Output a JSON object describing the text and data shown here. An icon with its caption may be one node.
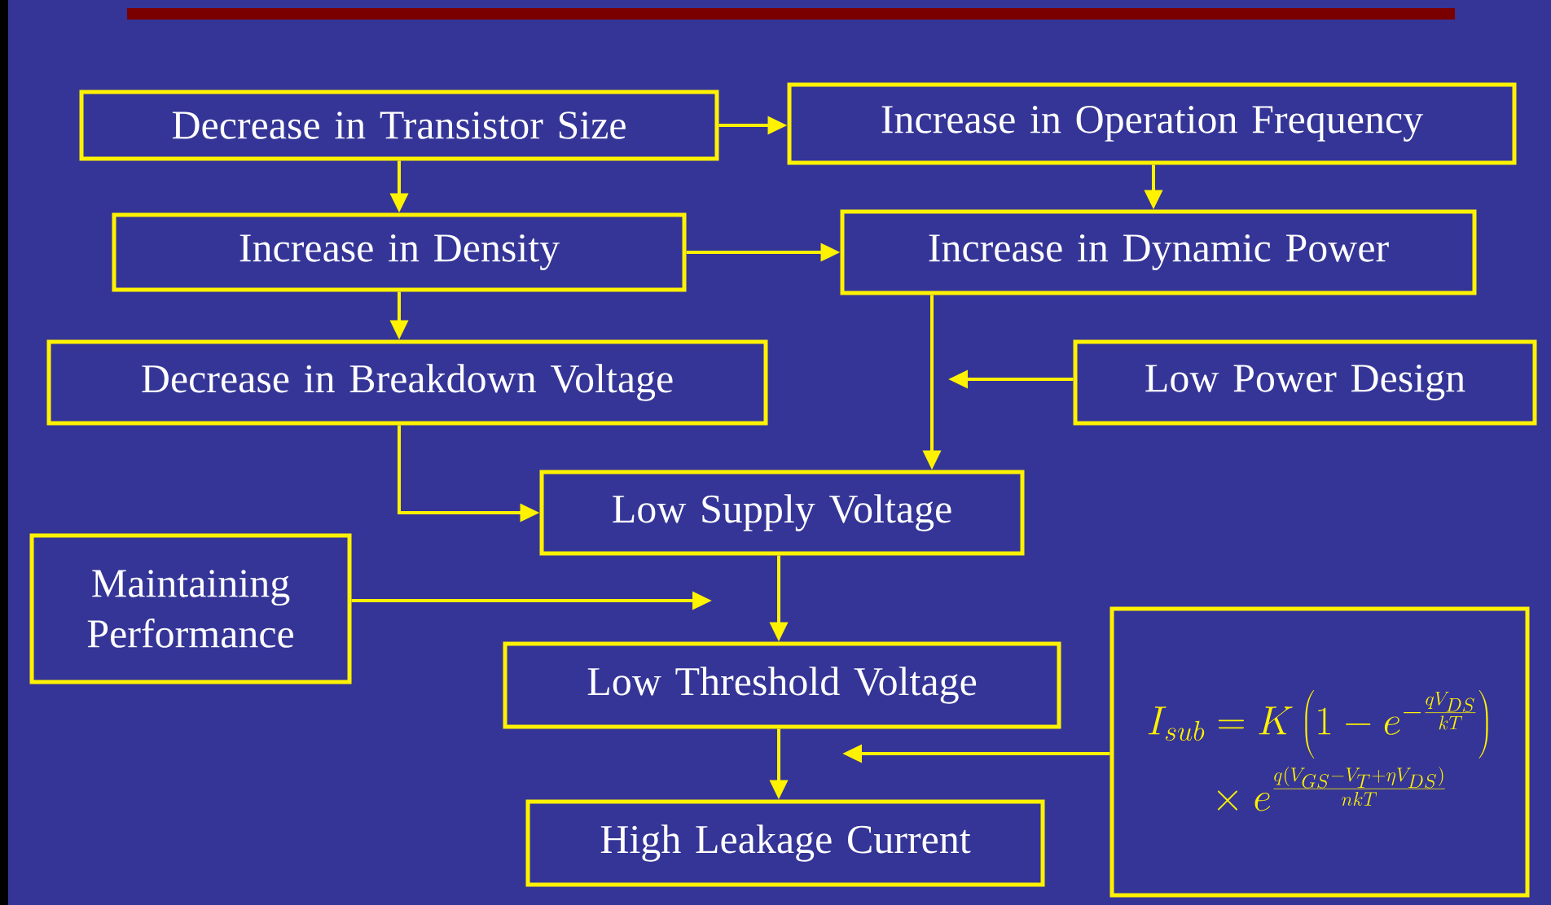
{
  "diagram": {
    "nodes": [
      {
        "text": [
          "Decrease in Transistor Size"
        ]
      },
      {
        "text": [
          "Increase in Operation Frequency"
        ]
      },
      {
        "text": [
          "Increase in Density"
        ]
      },
      {
        "text": [
          "Increase in Dynamic Power"
        ]
      },
      {
        "text": [
          "Decrease in Breakdown Voltage"
        ]
      },
      {
        "text": [
          "Low Power Design"
        ]
      },
      {
        "text": [
          "Low Supply Voltage"
        ]
      },
      {
        "text": [
          "Maintaining Performance"
        ]
      },
      {
        "text": [
          "Low Threshold Voltage"
        ]
      },
      {
        "text": [
          "High Leakage Current"
        ]
      },
      {
        "text": [
          "I_{sub} = K\\left(1-e^{-\\frac{qV_{DS}}{kT}}\\right)",
          "\\times\\ e^{\\frac{q(V_{GS}-V_T+\\eta V_{DS})}{nkT}}"
        ]
      }
    ],
    "edges": [
      {
        "from": 0,
        "to": 1,
        "arrow": "to"
      },
      {
        "from": 0,
        "to": 2,
        "arrow": "to"
      },
      {
        "from": 1,
        "to": 3,
        "arrow": "to"
      },
      {
        "from": 2,
        "to": 3,
        "arrow": "to"
      },
      {
        "from": 2,
        "to": 4,
        "arrow": "to"
      },
      {
        "from": 3,
        "to": 6,
        "arrow": "to"
      },
      {
        "from": 5,
        "to": null,
        "arrow": "to"
      },
      {
        "from": 4,
        "to": 6,
        "arrow": "to"
      },
      {
        "from": 7,
        "to": null,
        "arrow": "to"
      },
      {
        "from": 6,
        "to": 8,
        "arrow": "to"
      },
      {
        "from": 8,
        "to": 9,
        "arrow": "to"
      },
      {
        "from": 10,
        "to": null,
        "arrow": "to"
      }
    ]
  }
}
